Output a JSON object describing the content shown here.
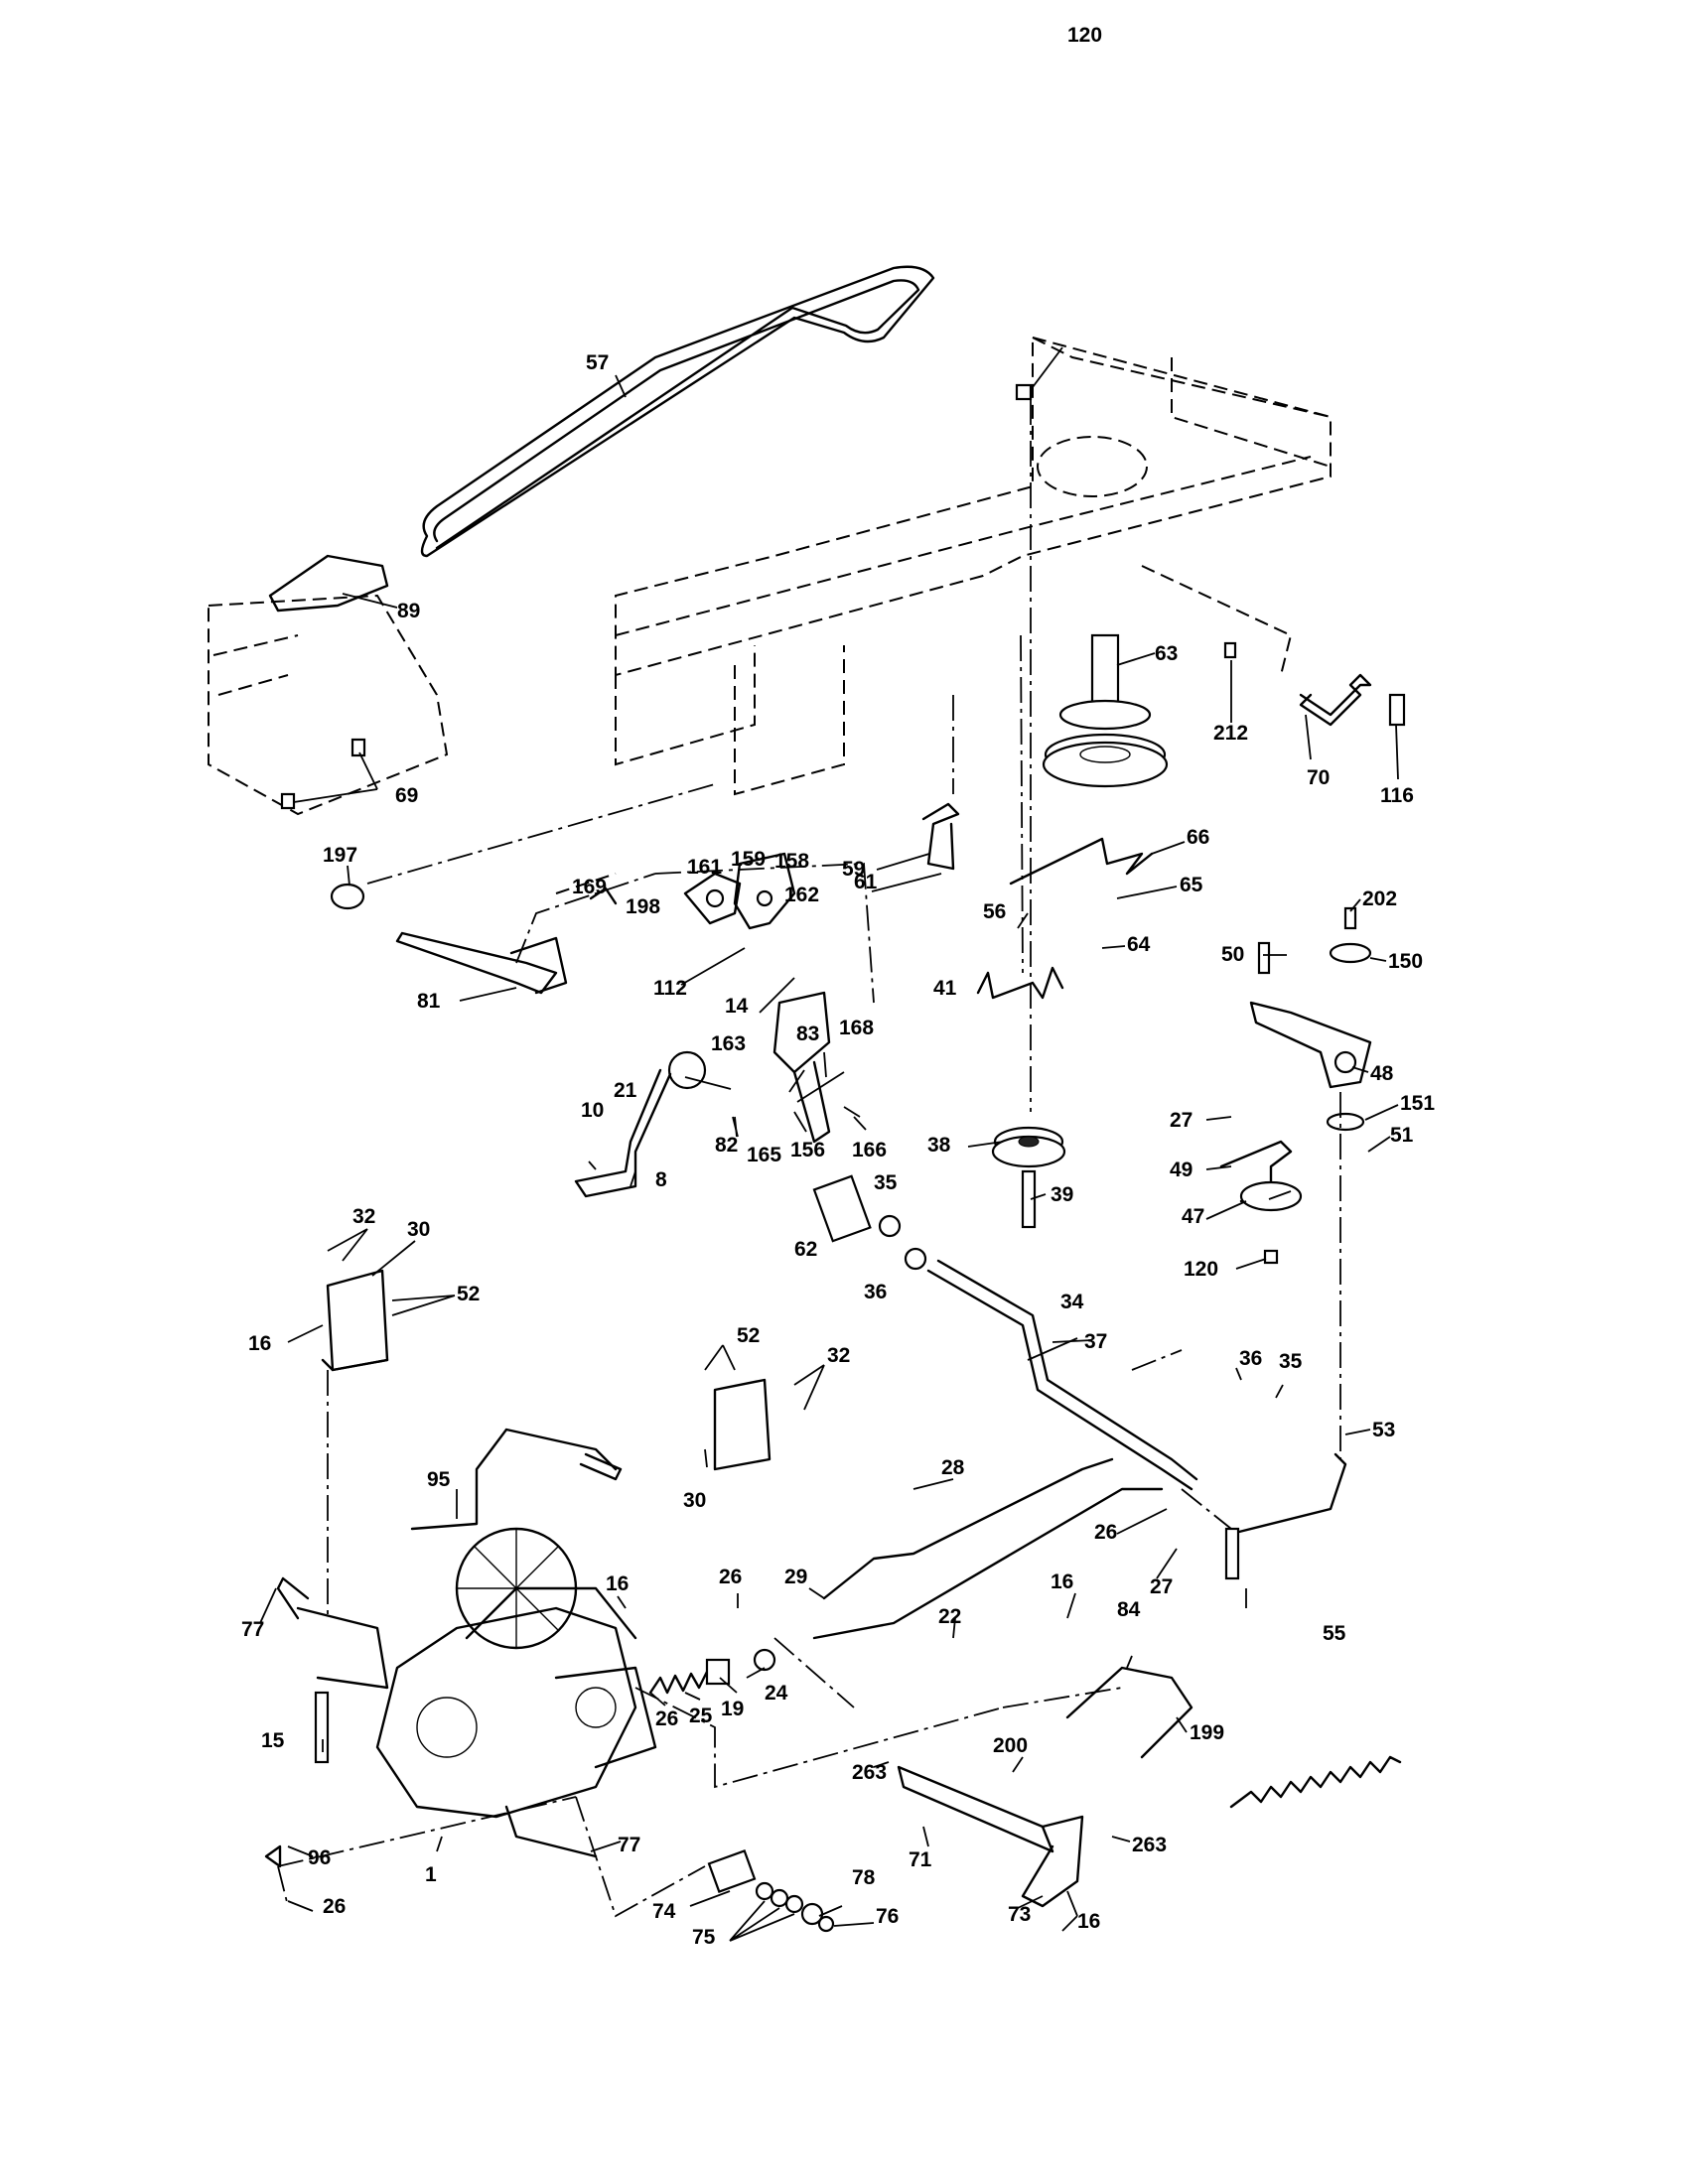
{
  "diagram": {
    "callouts": [
      {
        "id": "c120a",
        "text": "120"
      },
      {
        "id": "c57",
        "text": "57"
      },
      {
        "id": "c89",
        "text": "89"
      },
      {
        "id": "c69",
        "text": "69"
      },
      {
        "id": "c63",
        "text": "63"
      },
      {
        "id": "c212",
        "text": "212"
      },
      {
        "id": "c70",
        "text": "70"
      },
      {
        "id": "c116",
        "text": "116"
      },
      {
        "id": "c197",
        "text": "197"
      },
      {
        "id": "c161",
        "text": "161"
      },
      {
        "id": "c159",
        "text": "159"
      },
      {
        "id": "c158",
        "text": "158"
      },
      {
        "id": "c169",
        "text": "169"
      },
      {
        "id": "c162",
        "text": "162"
      },
      {
        "id": "c198",
        "text": "198"
      },
      {
        "id": "c59",
        "text": "59"
      },
      {
        "id": "c66",
        "text": "66"
      },
      {
        "id": "c65",
        "text": "65"
      },
      {
        "id": "c202",
        "text": "202"
      },
      {
        "id": "c81",
        "text": "81"
      },
      {
        "id": "c14",
        "text": "14"
      },
      {
        "id": "c83",
        "text": "83"
      },
      {
        "id": "c61",
        "text": "61"
      },
      {
        "id": "c56",
        "text": "56"
      },
      {
        "id": "c64",
        "text": "64"
      },
      {
        "id": "c50",
        "text": "50"
      },
      {
        "id": "c150",
        "text": "150"
      },
      {
        "id": "c112",
        "text": "112"
      },
      {
        "id": "c41",
        "text": "41"
      },
      {
        "id": "c163",
        "text": "163"
      },
      {
        "id": "c168",
        "text": "168"
      },
      {
        "id": "c48",
        "text": "48"
      },
      {
        "id": "c21",
        "text": "21"
      },
      {
        "id": "c10",
        "text": "10"
      },
      {
        "id": "c82",
        "text": "82"
      },
      {
        "id": "c165",
        "text": "165"
      },
      {
        "id": "c156",
        "text": "156"
      },
      {
        "id": "c166",
        "text": "166"
      },
      {
        "id": "c38",
        "text": "38"
      },
      {
        "id": "c27a",
        "text": "27"
      },
      {
        "id": "c151",
        "text": "151"
      },
      {
        "id": "c51",
        "text": "51"
      },
      {
        "id": "c49",
        "text": "49"
      },
      {
        "id": "c8",
        "text": "8"
      },
      {
        "id": "c35a",
        "text": "35"
      },
      {
        "id": "c39",
        "text": "39"
      },
      {
        "id": "c47",
        "text": "47"
      },
      {
        "id": "c32a",
        "text": "32"
      },
      {
        "id": "c30a",
        "text": "30"
      },
      {
        "id": "c62",
        "text": "62"
      },
      {
        "id": "c36a",
        "text": "36"
      },
      {
        "id": "c120b",
        "text": "120"
      },
      {
        "id": "c52a",
        "text": "52"
      },
      {
        "id": "c34",
        "text": "34"
      },
      {
        "id": "c16a",
        "text": "16"
      },
      {
        "id": "c52b",
        "text": "52"
      },
      {
        "id": "c37",
        "text": "37"
      },
      {
        "id": "c32b",
        "text": "32"
      },
      {
        "id": "c36b",
        "text": "36"
      },
      {
        "id": "c35b",
        "text": "35"
      },
      {
        "id": "c53",
        "text": "53"
      },
      {
        "id": "c95",
        "text": "95"
      },
      {
        "id": "c28",
        "text": "28"
      },
      {
        "id": "c30b",
        "text": "30"
      },
      {
        "id": "c26a",
        "text": "26"
      },
      {
        "id": "c29",
        "text": "29"
      },
      {
        "id": "c27b",
        "text": "27"
      },
      {
        "id": "c16b",
        "text": "16"
      },
      {
        "id": "c26b",
        "text": "26"
      },
      {
        "id": "c77a",
        "text": "77"
      },
      {
        "id": "c16c",
        "text": "16"
      },
      {
        "id": "c84",
        "text": "84"
      },
      {
        "id": "c22",
        "text": "22"
      },
      {
        "id": "c55",
        "text": "55"
      },
      {
        "id": "c24",
        "text": "24"
      },
      {
        "id": "c19",
        "text": "19"
      },
      {
        "id": "c25",
        "text": "25"
      },
      {
        "id": "c26c",
        "text": "26"
      },
      {
        "id": "c199",
        "text": "199"
      },
      {
        "id": "c15",
        "text": "15"
      },
      {
        "id": "c200",
        "text": "200"
      },
      {
        "id": "c263a",
        "text": "263"
      },
      {
        "id": "c263b",
        "text": "263"
      },
      {
        "id": "c77b",
        "text": "77"
      },
      {
        "id": "c71",
        "text": "71"
      },
      {
        "id": "c96",
        "text": "96"
      },
      {
        "id": "c1",
        "text": "1"
      },
      {
        "id": "c26d",
        "text": "26"
      },
      {
        "id": "c78",
        "text": "78"
      },
      {
        "id": "c74",
        "text": "74"
      },
      {
        "id": "c73",
        "text": "73"
      },
      {
        "id": "c16d",
        "text": "16"
      },
      {
        "id": "c75",
        "text": "75"
      },
      {
        "id": "c76",
        "text": "76"
      }
    ],
    "colors": {
      "ink": "#000000",
      "paper": "#ffffff"
    }
  }
}
